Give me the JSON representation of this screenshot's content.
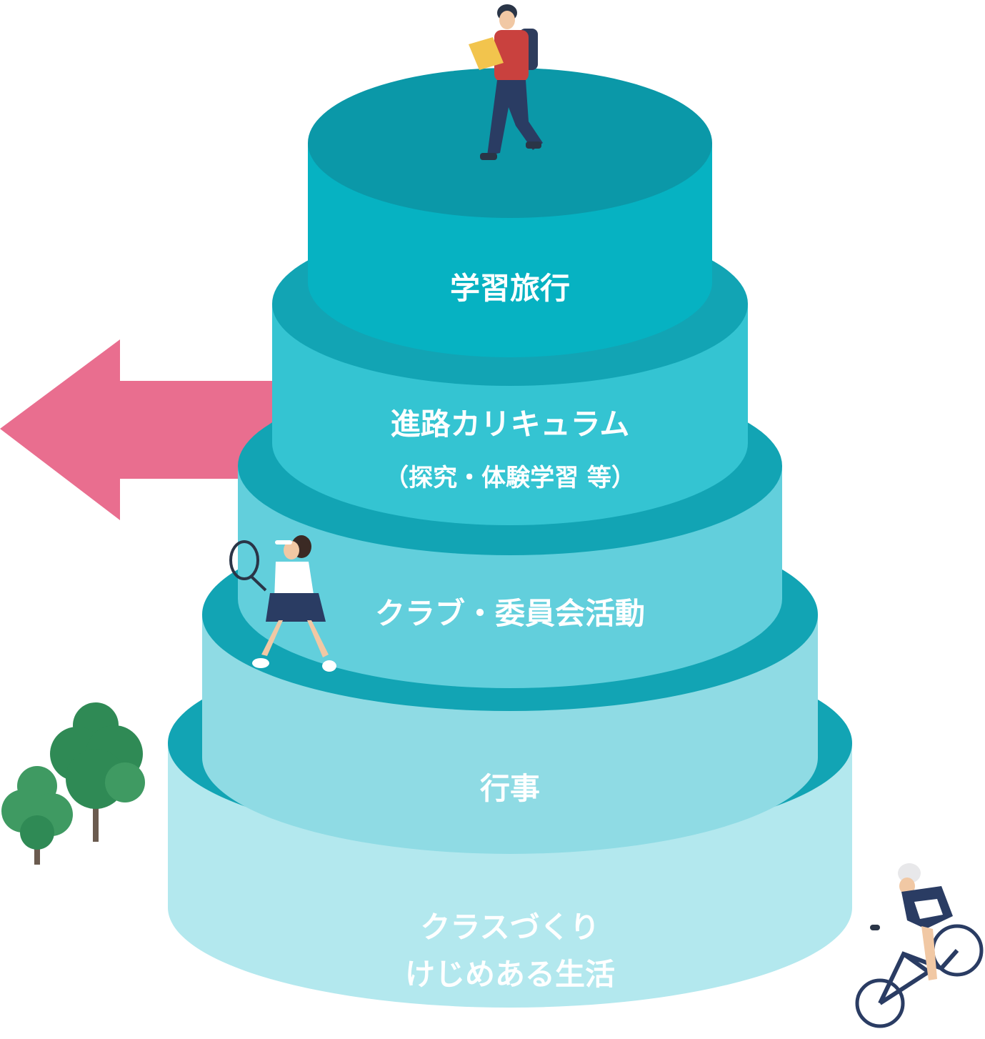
{
  "tiers": [
    {
      "lines": [
        "学習旅行"
      ]
    },
    {
      "lines": [
        "進路カリキュラム",
        "（探究・体験学習 等）"
      ]
    },
    {
      "lines": [
        "クラブ・委員会活動"
      ]
    },
    {
      "lines": [
        "行事"
      ]
    },
    {
      "lines": [
        "クラスづくり",
        "けじめある生活"
      ]
    }
  ],
  "colors": {
    "arrow": "#e96e8f",
    "tier1_side": "#06b2c2",
    "tier1_top": "#0b98a8",
    "tier2_side": "#34c4d2",
    "tier3_side": "#62cfdc",
    "tier4_side": "#8fdbe4",
    "tier5_side": "#b3e8ee",
    "step_top": "#12a4b4",
    "tree": "#2f8a55",
    "trunk": "#6b5b4f"
  },
  "illustrations": [
    "student-with-notebook",
    "tennis-player",
    "cyclist",
    "trees"
  ]
}
